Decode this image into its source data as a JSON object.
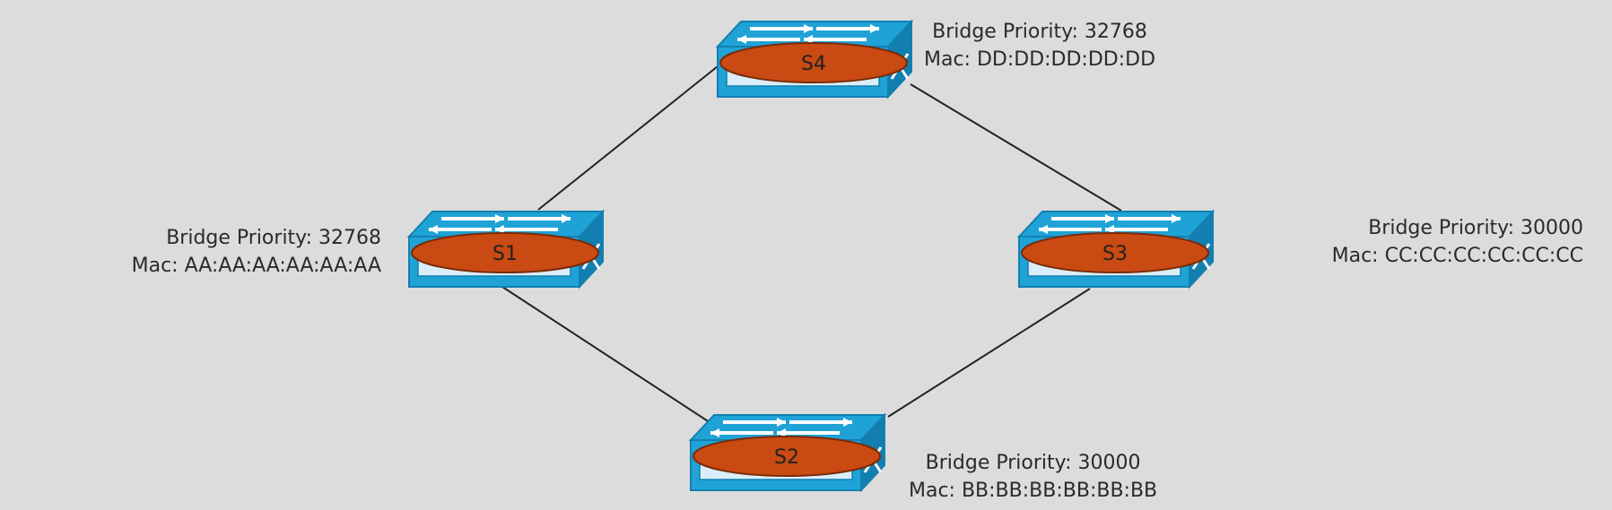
{
  "diagram": {
    "colors": {
      "background": "#dcdcdc",
      "switch_face": "#1fa3d6",
      "switch_dark": "#137fb0",
      "switch_light": "#5cc6ef",
      "badge": "#c94a12",
      "link": "#222222"
    },
    "switches": [
      {
        "id": "S4",
        "label": "S4",
        "bridge_priority": "Bridge Priority: 32768",
        "mac": "Mac: DD:DD:DD:DD:DD"
      },
      {
        "id": "S1",
        "label": "S1",
        "bridge_priority": "Bridge Priority: 32768",
        "mac": "Mac: AA:AA:AA:AA:AA:AA"
      },
      {
        "id": "S3",
        "label": "S3",
        "bridge_priority": "Bridge Priority: 30000",
        "mac": "Mac: CC:CC:CC:CC:CC:CC"
      },
      {
        "id": "S2",
        "label": "S2",
        "bridge_priority": "Bridge Priority: 30000",
        "mac": "Mac: BB:BB:BB:BB:BB:BB"
      }
    ],
    "links": [
      {
        "from": "S1",
        "to": "S4"
      },
      {
        "from": "S4",
        "to": "S3"
      },
      {
        "from": "S1",
        "to": "S2"
      },
      {
        "from": "S2",
        "to": "S3"
      }
    ]
  }
}
